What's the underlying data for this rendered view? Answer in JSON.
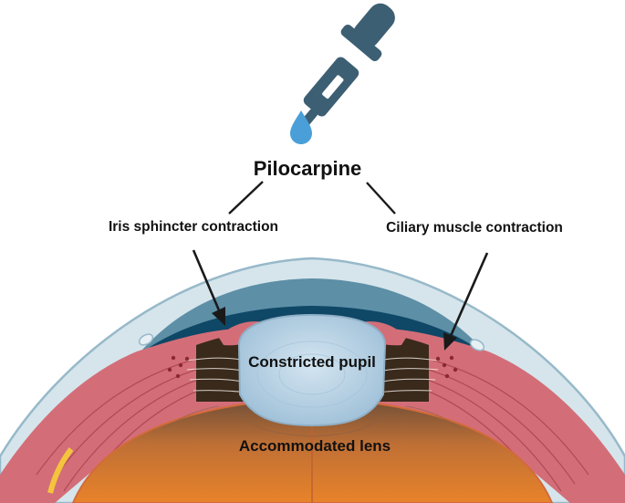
{
  "labels": {
    "title": "Pilocarpine",
    "left_effect": "Iris sphincter contraction",
    "right_effect": "Ciliary muscle contraction",
    "pupil": "Constricted pupil",
    "lens": "Accommodated lens"
  },
  "colors": {
    "dropper": "#3d5f73",
    "drop": "#4a9fd8",
    "sclera": "#d6e5ec",
    "cornea_edge": "#97b9c9",
    "anterior_chamber": "#5d8fa6",
    "iris_band": "#0f4766",
    "ciliary": "#d36e78",
    "iris_inner": "#3a2a1c",
    "lens_top": "#7a5842",
    "lens_bottom": "#e2802c",
    "pupil": "#b8d2e4"
  },
  "icons": {
    "dropper": "dropper-icon",
    "drop": "drop-icon"
  }
}
